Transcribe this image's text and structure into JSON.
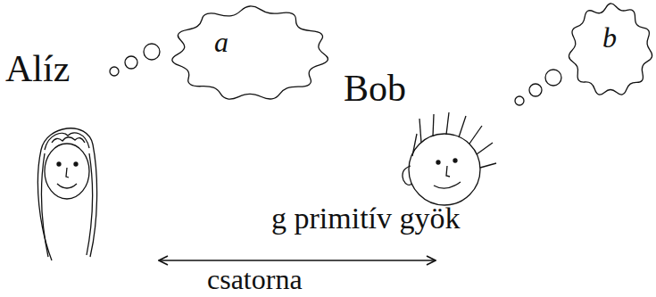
{
  "diagram": {
    "nodes": [
      {
        "text": [
          "a"
        ]
      },
      {
        "text": [
          "b"
        ]
      }
    ],
    "labels": [
      "Alíz",
      "Bob",
      "g primitív gyök",
      "csatorna"
    ]
  }
}
